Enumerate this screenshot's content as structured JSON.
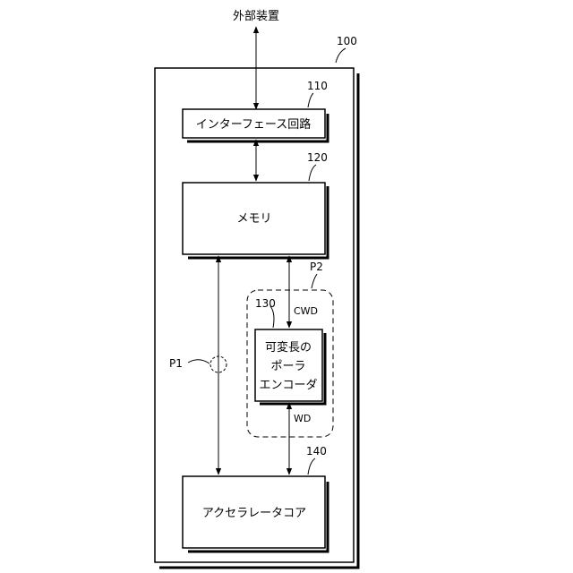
{
  "external_device": "外部装置",
  "device": {
    "ref": "100"
  },
  "interface": {
    "ref": "110",
    "label": "インターフェース回路"
  },
  "memory": {
    "ref": "120",
    "label": "メモリ"
  },
  "encoder": {
    "ref": "130",
    "lines": [
      "可変長の",
      "ポーラ",
      "エンコーダ"
    ]
  },
  "core": {
    "ref": "140",
    "label": "アクセラレータコア"
  },
  "paths": {
    "p1": "P1",
    "p2": "P2"
  },
  "signals": {
    "cwd": "CWD",
    "wd": "WD"
  }
}
